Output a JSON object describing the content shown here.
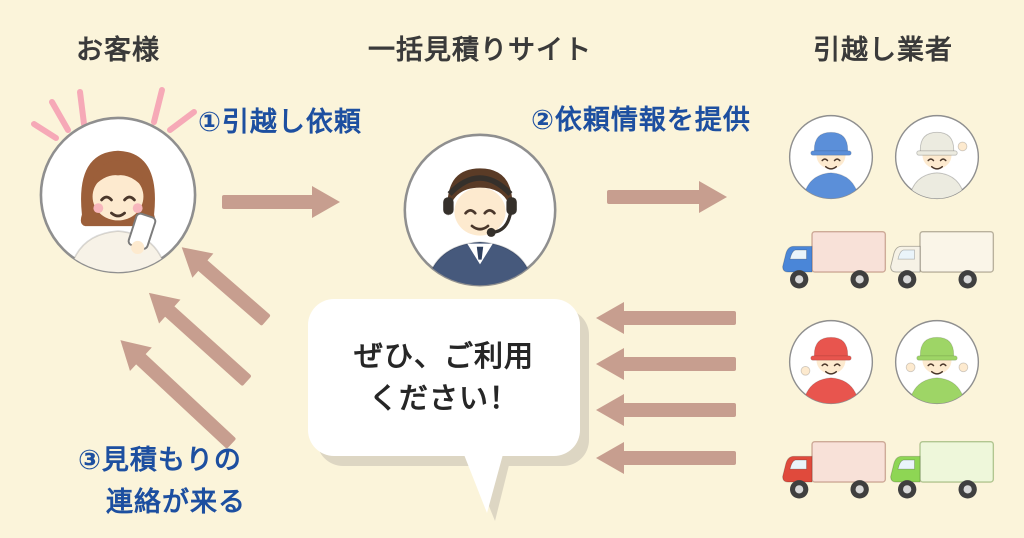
{
  "titles": {
    "customer": "お客様",
    "site": "一括見積りサイト",
    "movers": "引越し業者"
  },
  "steps": {
    "step1": "①引越し依頼",
    "step2": "②依頼情報を提供",
    "step3_line1": "③見積もりの",
    "step3_line2": "連絡が来る"
  },
  "bubble": {
    "line1": "ぜひ、ご利用",
    "line2": "ください！"
  },
  "colors": {
    "background": "#fbf4da",
    "title_text": "#3a3a3a",
    "step_text": "#1d4fa0",
    "arrow": "#c79e8f",
    "bubble_fill": "#ffffff",
    "bubble_shadow": "#ddd6c3",
    "sparkle_pink": "#f6a9b7",
    "worker_blue": "#5b8fd9",
    "worker_gray": "#ecebe0",
    "worker_red": "#e8554e",
    "worker_green": "#9ed566",
    "truck_blue": "#4a86d8",
    "truck_white": "#f6f2e6",
    "truck_red": "#e04a3c",
    "truck_green": "#8ed654",
    "cargo_pink": "#f8e1d8",
    "cargo_cream": "#faf5e8",
    "cargo_green": "#eef7da"
  },
  "icons": {
    "customer_avatar": "customer-avatar",
    "sparkles": "sparkle-icon",
    "operator_avatar": "call-operator-avatar",
    "worker_blue": "mover-blue-avatar",
    "worker_gray": "mover-white-avatar",
    "worker_red": "mover-red-avatar",
    "worker_green": "mover-green-avatar",
    "truck_blue": "truck-blue-icon",
    "truck_white": "truck-white-icon",
    "truck_red": "truck-red-icon",
    "truck_green": "truck-green-icon"
  }
}
